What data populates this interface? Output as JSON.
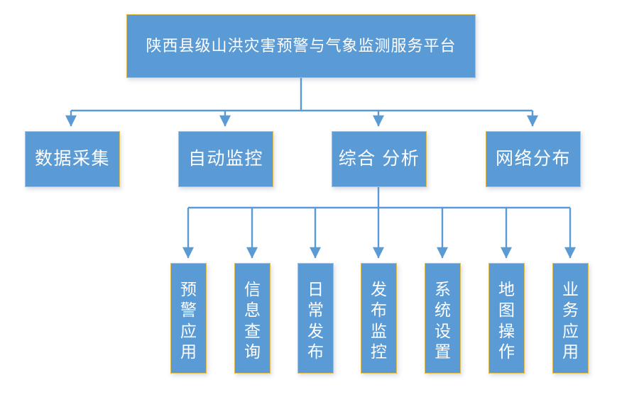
{
  "diagram": {
    "type": "organization-hierarchy-tree",
    "title_node": {
      "id": "root",
      "label": "陕西县级山洪灾害预警与气象监测服务平台"
    },
    "level2": [
      {
        "id": "l2-1",
        "label": "数据采集"
      },
      {
        "id": "l2-2",
        "label": "自动监控"
      },
      {
        "id": "l2-3",
        "label": "综合 分析"
      },
      {
        "id": "l2-4",
        "label": "网络分布"
      }
    ],
    "level3_parent": "l2-3",
    "level3": [
      {
        "id": "l3-1",
        "label": "预警应用"
      },
      {
        "id": "l3-2",
        "label": "信息查询"
      },
      {
        "id": "l3-3",
        "label": "日常发布"
      },
      {
        "id": "l3-4",
        "label": "发布监控"
      },
      {
        "id": "l3-5",
        "label": "系统设置"
      },
      {
        "id": "l3-6",
        "label": "地图操作"
      },
      {
        "id": "l3-7",
        "label": "业务应用"
      }
    ],
    "colors": {
      "node_fill": "#5B9BD5",
      "node_border": "#E3BC4E",
      "node_text": "#FFFFFF",
      "connector": "#5B9BD5",
      "background": "#FFFFFF"
    }
  }
}
